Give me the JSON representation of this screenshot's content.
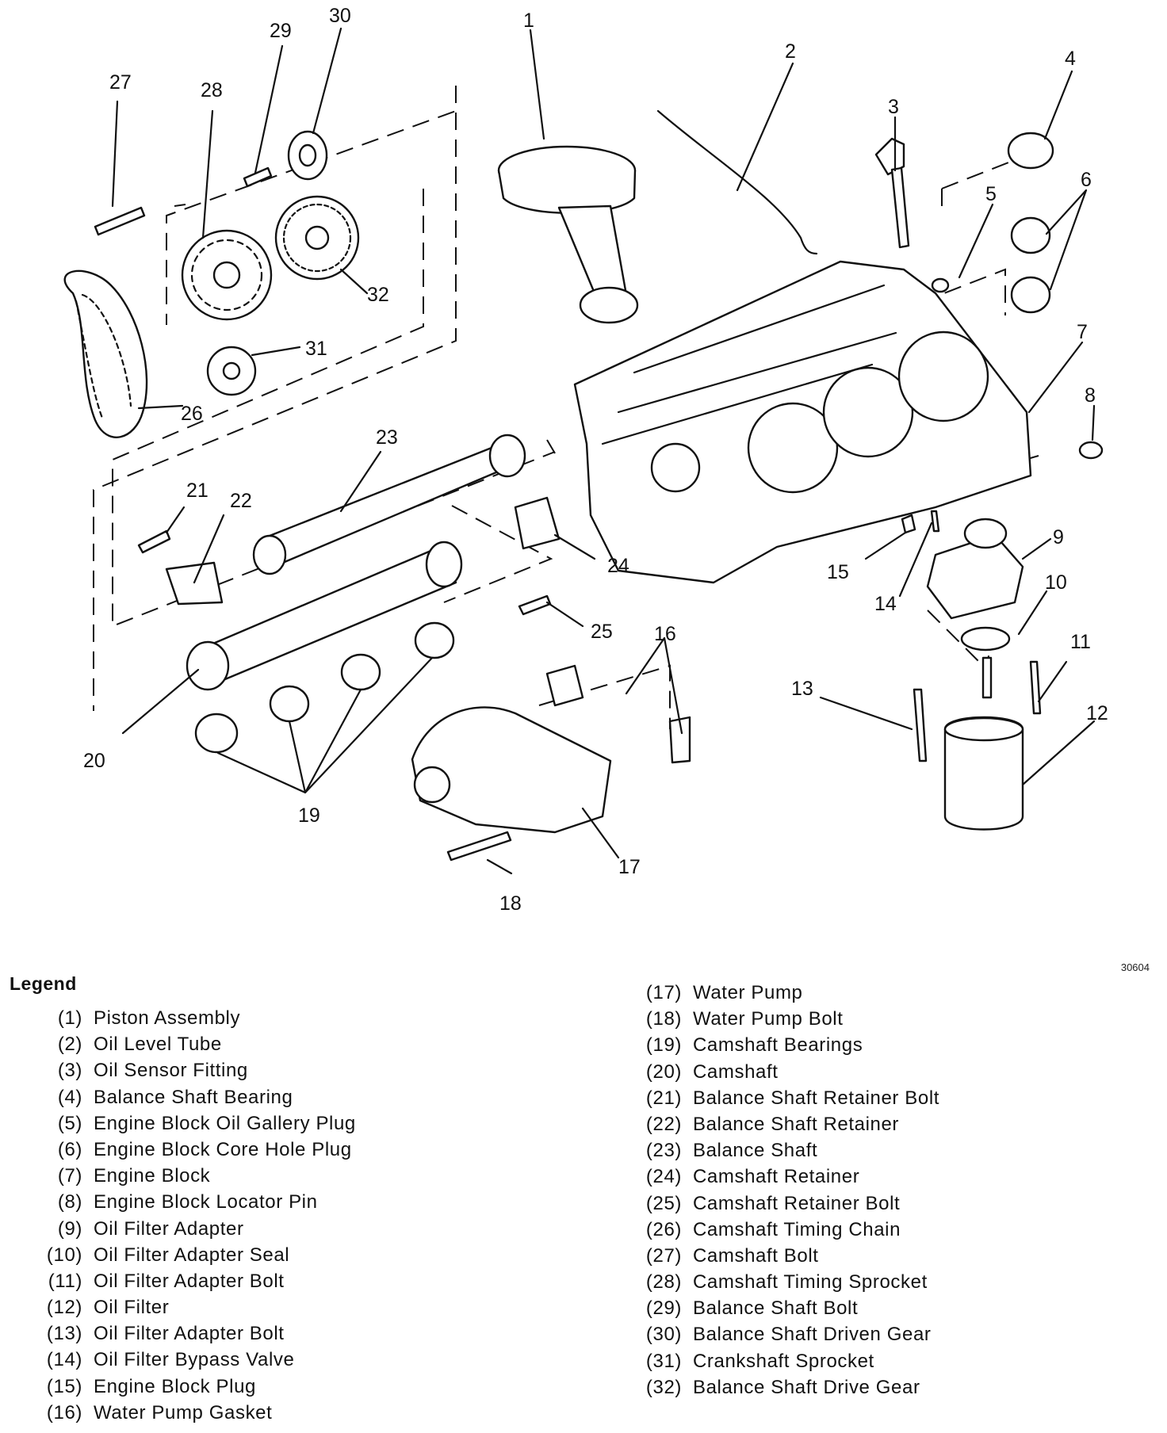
{
  "figure_id": "30604",
  "legend_title": "Legend",
  "callouts": [
    "1",
    "2",
    "3",
    "4",
    "5",
    "6",
    "7",
    "8",
    "9",
    "10",
    "11",
    "12",
    "13",
    "14",
    "15",
    "16",
    "17",
    "18",
    "19",
    "20",
    "21",
    "22",
    "23",
    "24",
    "25",
    "26",
    "27",
    "28",
    "29",
    "30",
    "31",
    "32"
  ],
  "legend": [
    {
      "num": "(1)",
      "label": "Piston Assembly"
    },
    {
      "num": "(2)",
      "label": "Oil Level Tube"
    },
    {
      "num": "(3)",
      "label": "Oil Sensor Fitting"
    },
    {
      "num": "(4)",
      "label": "Balance Shaft Bearing"
    },
    {
      "num": "(5)",
      "label": "Engine Block Oil Gallery Plug"
    },
    {
      "num": "(6)",
      "label": "Engine Block Core Hole Plug"
    },
    {
      "num": "(7)",
      "label": "Engine Block"
    },
    {
      "num": "(8)",
      "label": "Engine Block Locator Pin"
    },
    {
      "num": "(9)",
      "label": "Oil Filter Adapter"
    },
    {
      "num": "(10)",
      "label": "Oil Filter Adapter Seal"
    },
    {
      "num": "(11)",
      "label": "Oil Filter Adapter Bolt"
    },
    {
      "num": "(12)",
      "label": "Oil Filter"
    },
    {
      "num": "(13)",
      "label": "Oil Filter Adapter Bolt"
    },
    {
      "num": "(14)",
      "label": "Oil Filter Bypass Valve"
    },
    {
      "num": "(15)",
      "label": "Engine Block Plug"
    },
    {
      "num": "(16)",
      "label": "Water Pump Gasket"
    },
    {
      "num": "(17)",
      "label": "Water Pump"
    },
    {
      "num": "(18)",
      "label": "Water Pump Bolt"
    },
    {
      "num": "(19)",
      "label": "Camshaft Bearings"
    },
    {
      "num": "(20)",
      "label": "Camshaft"
    },
    {
      "num": "(21)",
      "label": "Balance Shaft Retainer Bolt"
    },
    {
      "num": "(22)",
      "label": "Balance Shaft Retainer"
    },
    {
      "num": "(23)",
      "label": "Balance Shaft"
    },
    {
      "num": "(24)",
      "label": "Camshaft Retainer"
    },
    {
      "num": "(25)",
      "label": "Camshaft Retainer Bolt"
    },
    {
      "num": "(26)",
      "label": "Camshaft Timing Chain"
    },
    {
      "num": "(27)",
      "label": "Camshaft Bolt"
    },
    {
      "num": "(28)",
      "label": "Camshaft Timing Sprocket"
    },
    {
      "num": "(29)",
      "label": "Balance Shaft Bolt"
    },
    {
      "num": "(30)",
      "label": "Balance Shaft Driven Gear"
    },
    {
      "num": "(31)",
      "label": "Crankshaft Sprocket"
    },
    {
      "num": "(32)",
      "label": "Balance Shaft Drive Gear"
    }
  ]
}
